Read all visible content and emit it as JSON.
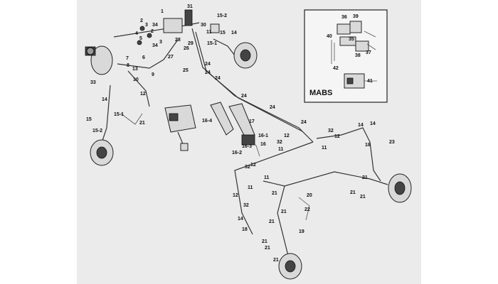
{
  "inset": {
    "title": "MABS"
  },
  "labels": [
    {
      "text": "31"
    },
    {
      "text": "1"
    },
    {
      "text": "2"
    },
    {
      "text": "3"
    },
    {
      "text": "34"
    },
    {
      "text": "4"
    },
    {
      "text": "5"
    },
    {
      "text": "2"
    },
    {
      "text": "34"
    },
    {
      "text": "3"
    },
    {
      "text": "6"
    },
    {
      "text": "7"
    },
    {
      "text": "8"
    },
    {
      "text": "33"
    },
    {
      "text": "9"
    },
    {
      "text": "10"
    },
    {
      "text": "12"
    },
    {
      "text": "14"
    },
    {
      "text": "15"
    },
    {
      "text": "15-2"
    },
    {
      "text": "15-1"
    },
    {
      "text": "21"
    },
    {
      "text": "16-4"
    },
    {
      "text": "17"
    },
    {
      "text": "16-1"
    },
    {
      "text": "16-3"
    },
    {
      "text": "16-2"
    },
    {
      "text": "16"
    },
    {
      "text": "30"
    },
    {
      "text": "11"
    },
    {
      "text": "15-2"
    },
    {
      "text": "15"
    },
    {
      "text": "14"
    },
    {
      "text": "15-1"
    },
    {
      "text": "28"
    },
    {
      "text": "29"
    },
    {
      "text": "27"
    },
    {
      "text": "26"
    },
    {
      "text": "25"
    },
    {
      "text": "24"
    },
    {
      "text": "24"
    },
    {
      "text": "24"
    },
    {
      "text": "24"
    },
    {
      "text": "24"
    },
    {
      "text": "24"
    },
    {
      "text": "32"
    },
    {
      "text": "12"
    },
    {
      "text": "11"
    },
    {
      "text": "12"
    },
    {
      "text": "32"
    },
    {
      "text": "11"
    },
    {
      "text": "12"
    },
    {
      "text": "32"
    },
    {
      "text": "11"
    },
    {
      "text": "12"
    },
    {
      "text": "32"
    },
    {
      "text": "21"
    },
    {
      "text": "20"
    },
    {
      "text": "11"
    },
    {
      "text": "22"
    },
    {
      "text": "14"
    },
    {
      "text": "18"
    },
    {
      "text": "19"
    },
    {
      "text": "21"
    },
    {
      "text": "21"
    },
    {
      "text": "21"
    },
    {
      "text": "21"
    },
    {
      "text": "21"
    },
    {
      "text": "14"
    },
    {
      "text": "14"
    },
    {
      "text": "21"
    },
    {
      "text": "23"
    },
    {
      "text": "18"
    },
    {
      "text": "21"
    },
    {
      "text": "21"
    },
    {
      "text": "13"
    }
  ],
  "inset_labels": [
    {
      "text": "36"
    },
    {
      "text": "39"
    },
    {
      "text": "40"
    },
    {
      "text": "35"
    },
    {
      "text": "38"
    },
    {
      "text": "37"
    },
    {
      "text": "42"
    },
    {
      "text": "41"
    }
  ]
}
